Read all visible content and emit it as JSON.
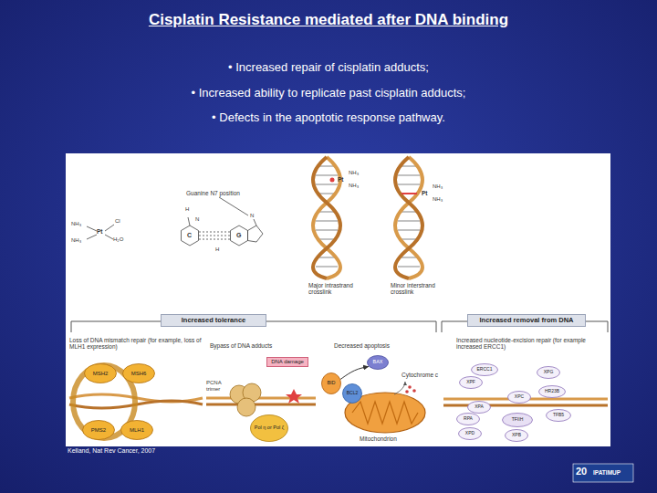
{
  "diagram": {
    "title": "Cisplatin Resistance mediated after DNA binding",
    "caption": "Kelland, Nat Rev Cancer, 2007",
    "nodes": [
      {
        "text": [
          "Increased tolerance"
        ]
      },
      {
        "text": [
          "Increased removal from DNA"
        ]
      },
      {
        "text": [
          "MSH2"
        ]
      },
      {
        "text": [
          "MSH6"
        ]
      },
      {
        "text": [
          "PMS2"
        ]
      },
      {
        "text": [
          "MLH1"
        ]
      },
      {
        "text": [
          "DNA damage"
        ]
      },
      {
        "text": [
          "Pol η or Pol ζ"
        ]
      },
      {
        "text": [
          "BAX"
        ]
      },
      {
        "text": [
          "BID"
        ]
      },
      {
        "text": [
          "BCL2"
        ]
      },
      {
        "text": [
          "ERCC1"
        ]
      },
      {
        "text": [
          "XPF"
        ]
      },
      {
        "text": [
          "XPG"
        ]
      },
      {
        "text": [
          "HR23B"
        ]
      },
      {
        "text": [
          "XPC"
        ]
      },
      {
        "text": [
          "XPA"
        ]
      },
      {
        "text": [
          "RPA"
        ]
      },
      {
        "text": [
          "TFIIH"
        ]
      },
      {
        "text": [
          "TFB5"
        ]
      },
      {
        "text": [
          "XPD"
        ]
      },
      {
        "text": [
          "XPB"
        ]
      }
    ],
    "edges": [
      {
        "from": 9,
        "to": 8,
        "arrow": "to"
      }
    ],
    "labels": [
      "• Increased repair of cisplatin adducts;",
      "• Increased ability to replicate past cisplatin adducts;",
      "• Defects in the apoptotic response pathway.",
      "Guanine N7 position",
      "NH₃",
      "Pt",
      "Cl",
      "NH₃",
      "H₂O",
      "H",
      "N",
      "C",
      "G",
      "N",
      "H",
      "Pt",
      "NH₃",
      "NH₃",
      "Pt",
      "NH₃",
      "NH₃",
      "Major intrastrand crosslink",
      "Minor interstrand crosslink",
      "Loss of DNA mismatch repair (for example, loss of MLH1 expression)",
      "Bypass of DNA adducts",
      "PCNA trimer",
      "Decreased apoptosis",
      "Cytochrome c",
      "Mitochondrion",
      "Increased nucleotide-excision repair (for example increased ERCC1)",
      "20",
      "IPATIMUP"
    ]
  }
}
